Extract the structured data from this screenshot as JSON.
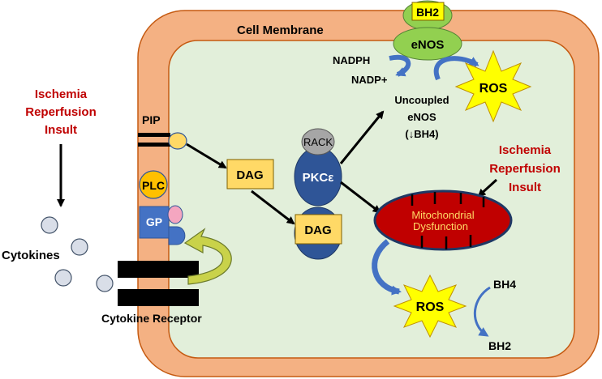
{
  "labels": {
    "cell_membrane": "Cell Membrane",
    "ischemia_left_1": "Ischemia",
    "ischemia_left_2": "Reperfusion",
    "ischemia_left_3": "Insult",
    "ischemia_right_1": "Ischemia",
    "ischemia_right_2": "Reperfusion",
    "ischemia_right_3": "Insult",
    "cytokines": "Cytokines",
    "cytokine_receptor": "Cytokine Receptor",
    "pip": "PIP",
    "plc": "PLC",
    "gp": "GP",
    "dag_1": "DAG",
    "dag_2": "DAG",
    "rack": "RACK",
    "pkc": "PKCε",
    "bh2_top": "BH2",
    "enos": "eNOS",
    "nadph": "NADPH",
    "nadp": "NADP+",
    "ros_top": "ROS",
    "uncoupled_1": "Uncoupled",
    "uncoupled_2": "eNOS",
    "uncoupled_3": "(↓BH4)",
    "mito_1": "Mitochondrial",
    "mito_2": "Dysfunction",
    "ros_bottom": "ROS",
    "bh4": "BH4",
    "bh2_bottom": "BH2"
  },
  "colors": {
    "membrane": "#F4B183",
    "cytoplasm": "#E2EFDA",
    "red_text": "#C00000",
    "mito_fill": "#C00000",
    "mito_text": "#FFD966",
    "dag_fill": "#FFD966",
    "pkc_fill": "#2F5597",
    "enos_fill": "#92D050",
    "ros_fill": "#FFFF00",
    "plc_fill": "#FFC000",
    "gp_fill": "#4472C4",
    "cytokine_fill": "#D9DEE8",
    "blue_arrow": "#4472C4",
    "yellow_arrow": "#C9D24A"
  }
}
